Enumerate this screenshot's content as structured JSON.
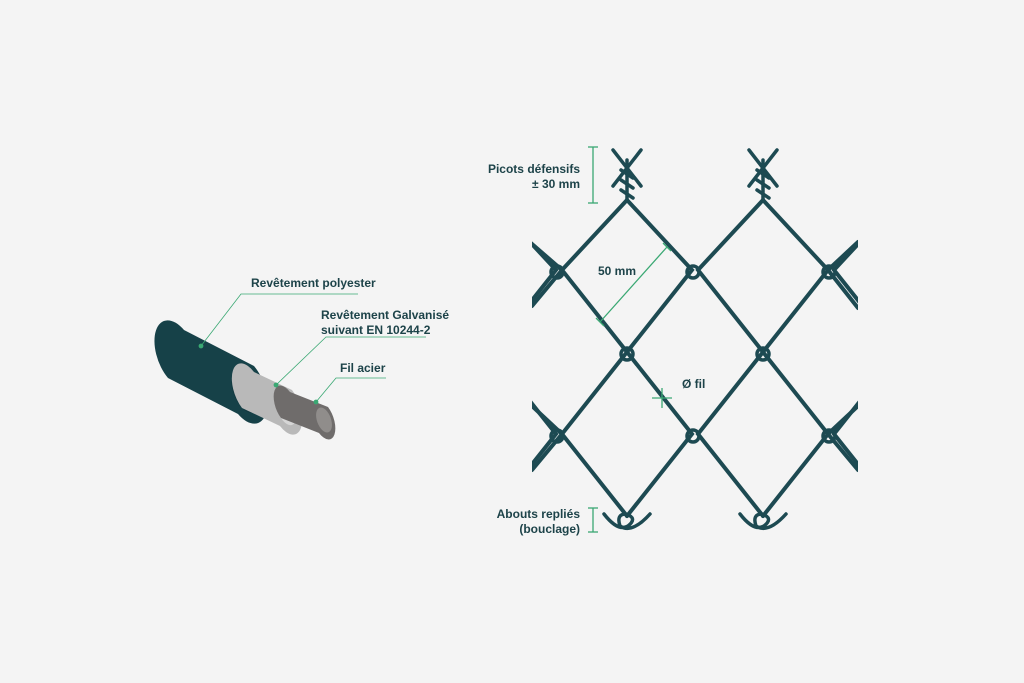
{
  "colors": {
    "background": "#f4f4f4",
    "wire": "#1d4a52",
    "leader": "#3aa873",
    "label_text": "#1d4349",
    "polyester": "#164148",
    "galvanized": "#b9b9b9",
    "steel": "#6f6c6b"
  },
  "cable_labels": {
    "polyester": "Revêtement polyester",
    "galvanized_line1": "Revêtement Galvanisé",
    "galvanized_line2": "suivant EN 10244-2",
    "steel": "Fil acier"
  },
  "mesh_labels": {
    "picots_line1": "Picots défensifs",
    "picots_line2": "± 30 mm",
    "mesh_size": "50 mm",
    "wire_diameter": "Ø fil",
    "abouts_line1": "Abouts repliés",
    "abouts_line2": "(bouclage)"
  }
}
